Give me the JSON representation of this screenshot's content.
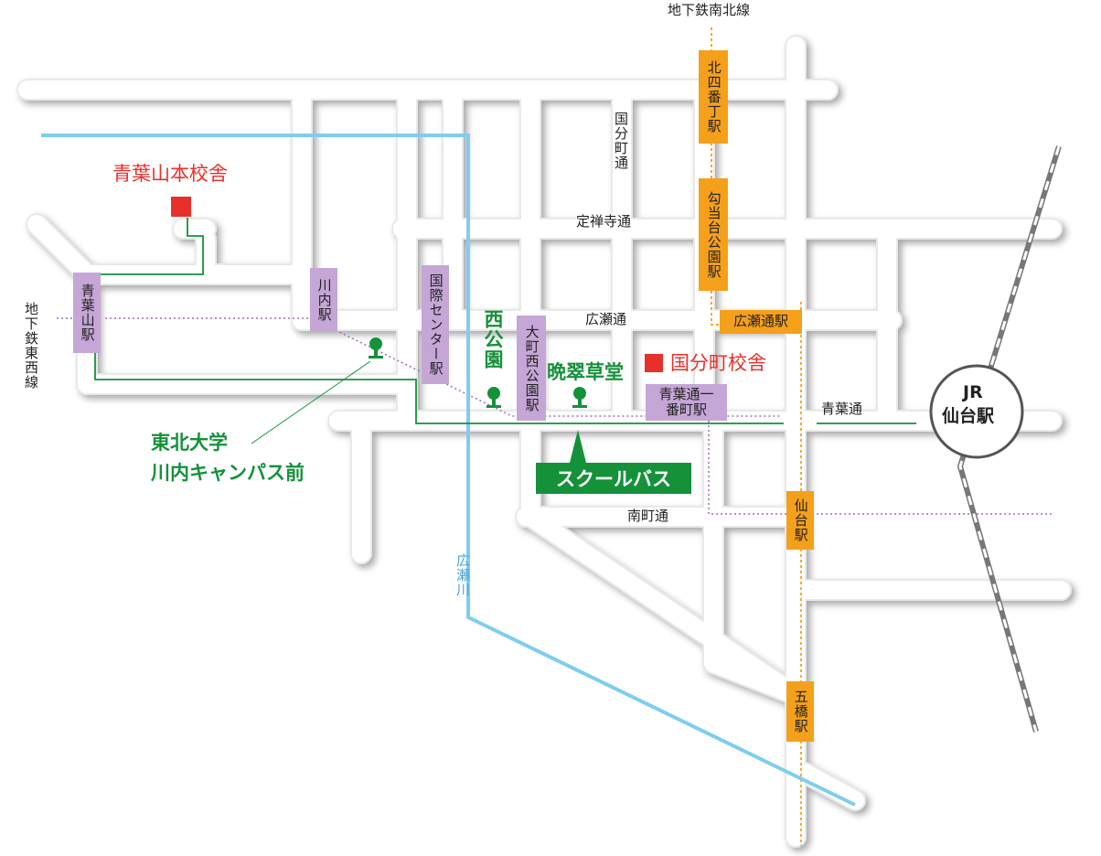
{
  "lines": {
    "subway_namboku": "地下鉄南北線",
    "subway_tozai": "地下鉄東西線"
  },
  "roads": {
    "kokubuncho_dori": "国分町通",
    "jozenji_dori": "定禅寺通",
    "hirose_dori": "広瀬通",
    "aoba_dori": "青葉通",
    "minamimachi_dori": "南町通"
  },
  "river": {
    "hirose_gawa": "広瀬川",
    "color": "#7fcdf0"
  },
  "stations_purple": {
    "aobayama": "青葉山駅",
    "kawauchi": "川内駅",
    "kokusai_center": "国際センター駅",
    "omachi_nishikoen": "大町西公園駅",
    "aobadori_ichibancho": "青葉通一番町駅",
    "color": "#c5a6d6"
  },
  "stations_orange": {
    "kita_yonbancho": "北四番丁駅",
    "kotodai_koen": "勾当台公園駅",
    "hirosedori": "広瀬通駅",
    "sendai": "仙台駅",
    "itsutsubashi": "五橋駅",
    "color": "#f5a01a"
  },
  "jr_station": {
    "line1": "JR",
    "line2": "仙台駅"
  },
  "campuses": {
    "aobayama": "青葉山本校舎",
    "kokubuncho": "国分町校舎",
    "color": "#e8302a"
  },
  "bus_stops": {
    "nishi_koen": "西公園",
    "bansuisodo": "晩翠草堂",
    "tohoku_univ_line1": "東北大学",
    "tohoku_univ_line2": "川内キャンパス前",
    "color": "#15913a"
  },
  "school_bus": {
    "label": "スクールバス",
    "color": "#15913a"
  }
}
